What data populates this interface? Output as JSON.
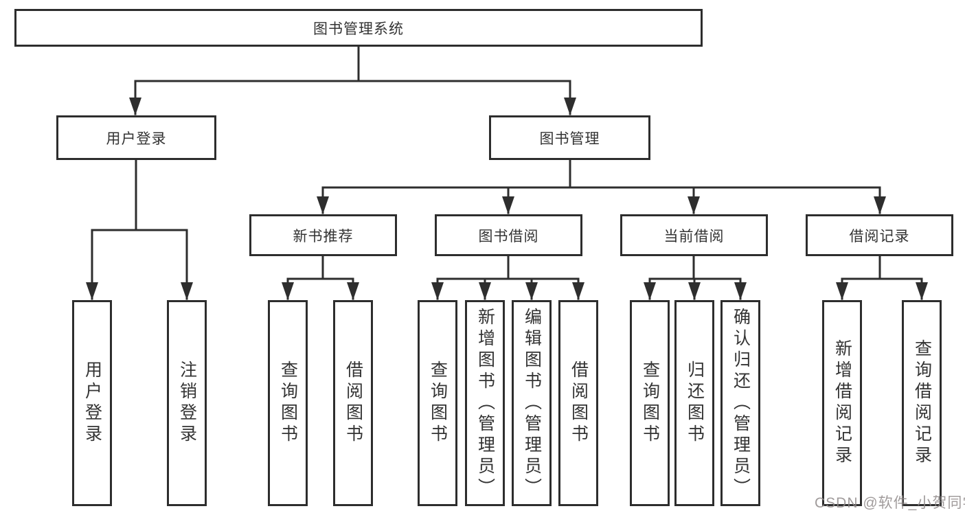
{
  "diagram_type": "tree",
  "colors": {
    "background": "#ffffff",
    "line": "#2e2e2e",
    "box_border": "#2d2d2d",
    "text": "#333333",
    "watermark": "#8f8a8a"
  },
  "tree": {
    "label": "图书管理系统",
    "children": [
      {
        "label": "用户登录",
        "children": [
          {
            "label": "用户登录"
          },
          {
            "label": "注销登录"
          }
        ]
      },
      {
        "label": "图书管理",
        "children": [
          {
            "label": "新书推荐",
            "children": [
              {
                "label": "查询图书"
              },
              {
                "label": "借阅图书"
              }
            ]
          },
          {
            "label": "图书借阅",
            "children": [
              {
                "label": "查询图书"
              },
              {
                "label": "新增图书（管理员）"
              },
              {
                "label": "编辑图书（管理员）"
              },
              {
                "label": "借阅图书"
              }
            ]
          },
          {
            "label": "当前借阅",
            "children": [
              {
                "label": "查询图书"
              },
              {
                "label": "归还图书"
              },
              {
                "label": "确认归还（管理员）"
              }
            ]
          },
          {
            "label": "借阅记录",
            "children": [
              {
                "label": "新增借阅记录"
              },
              {
                "label": "查询借阅记录"
              }
            ]
          }
        ]
      }
    ]
  },
  "watermark": {
    "text": "CSDN @软件_小贺同学"
  }
}
